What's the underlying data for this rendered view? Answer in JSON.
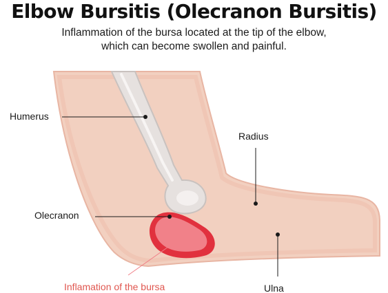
{
  "title": "Elbow Bursitis (Olecranon Bursitis)",
  "subtitle": {
    "line1": "Inflammation of the bursa located at the tip of the elbow,",
    "line2": "which can become swollen and painful."
  },
  "labels": {
    "humerus": "Humerus",
    "radius": "Radius",
    "olecranon": "Olecranon",
    "ulna": "Ulna",
    "bursa": "Inflamation of the bursa"
  },
  "colors": {
    "skin_fill": "#f2d0c0",
    "skin_outline": "#e8b5a3",
    "bone": "#e6e1df",
    "bursa_dark": "#e1313e",
    "bursa_light": "#f18189",
    "bursa_label": "#e0564f"
  }
}
